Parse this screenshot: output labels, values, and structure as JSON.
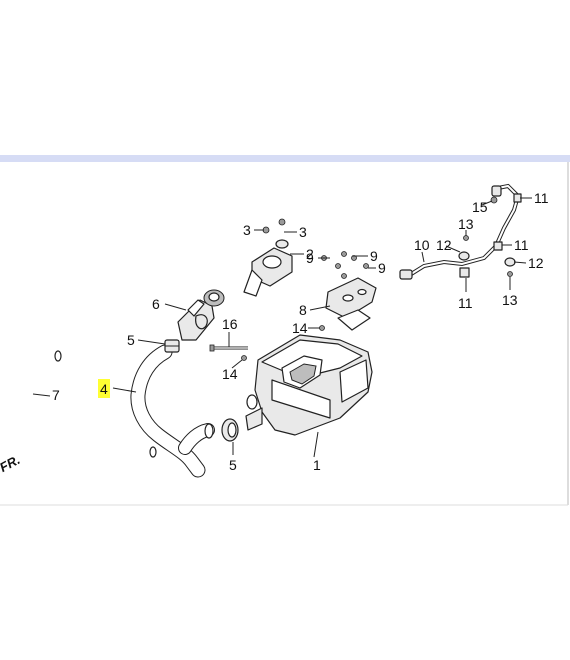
{
  "diagram": {
    "highlight_color": "#ffff33",
    "header_band_color": "#d6dcf5",
    "front_marker": "FR.",
    "callouts": [
      {
        "id": "c1",
        "text": "1"
      },
      {
        "id": "c2",
        "text": "2"
      },
      {
        "id": "c3a",
        "text": "3"
      },
      {
        "id": "c3b",
        "text": "3"
      },
      {
        "id": "c4",
        "text": "4",
        "highlighted": true
      },
      {
        "id": "c5a",
        "text": "5"
      },
      {
        "id": "c5b",
        "text": "5"
      },
      {
        "id": "c6",
        "text": "6"
      },
      {
        "id": "c7",
        "text": "7"
      },
      {
        "id": "c8",
        "text": "8"
      },
      {
        "id": "c9a",
        "text": "9"
      },
      {
        "id": "c9b",
        "text": "9"
      },
      {
        "id": "c9c",
        "text": "9"
      },
      {
        "id": "c10",
        "text": "10"
      },
      {
        "id": "c11a",
        "text": "11"
      },
      {
        "id": "c11b",
        "text": "11"
      },
      {
        "id": "c11c",
        "text": "11"
      },
      {
        "id": "c12a",
        "text": "12"
      },
      {
        "id": "c12b",
        "text": "12"
      },
      {
        "id": "c13a",
        "text": "13"
      },
      {
        "id": "c13b",
        "text": "13"
      },
      {
        "id": "c14a",
        "text": "14"
      },
      {
        "id": "c14b",
        "text": "14"
      },
      {
        "id": "c15",
        "text": "15"
      },
      {
        "id": "c16",
        "text": "16"
      }
    ]
  }
}
